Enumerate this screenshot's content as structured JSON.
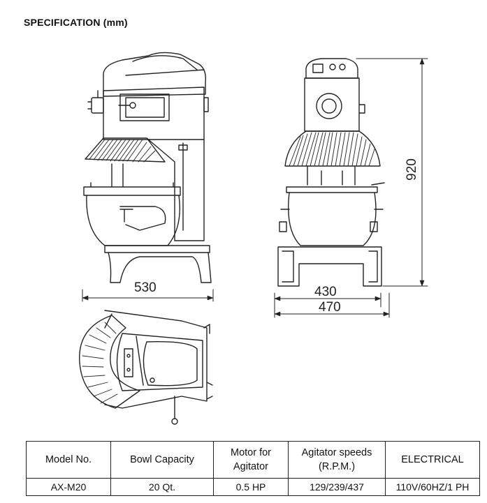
{
  "title": "SPECIFICATION (mm)",
  "dimensions": {
    "side_width": "530",
    "height": "920",
    "front_base_width": "430",
    "front_total_width": "470"
  },
  "table": {
    "headers": [
      "Model No.",
      "Bowl Capacity",
      "Motor for Agitator",
      "Agitator speeds (R.P.M.)",
      "ELECTRICAL"
    ],
    "rows": [
      [
        "AX-M20",
        "20 Qt.",
        "0.5 HP",
        "129/239/437",
        "110V/60HZ/1 PH"
      ]
    ]
  }
}
